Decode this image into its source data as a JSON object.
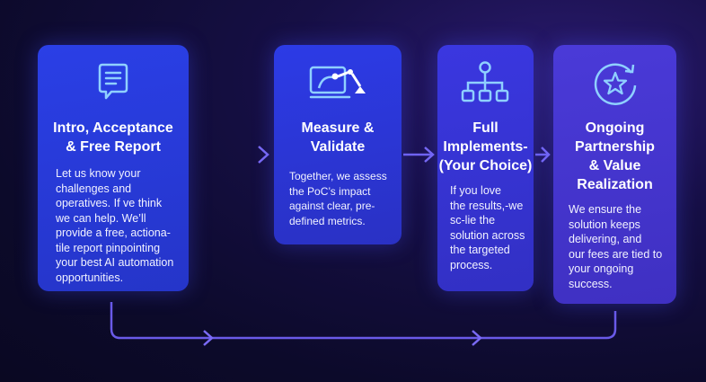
{
  "colors": {
    "background": "#0c0a2a",
    "card_blue": "#2a3fe6",
    "card_violet": "#4a3ad8",
    "connector": "#6f5cf2",
    "icon_stroke": "#8fd0ff"
  },
  "steps": [
    {
      "icon": "chat-document-icon",
      "title": "Intro, Acceptance\n& Free Report",
      "body": "Let us know your\nchallenges and\noperatives. If ve think\nwe can help. We’ll\nprovide a free, actiona-\ntile report pinpointing\nyour best AI automation\nopportunities."
    },
    {
      "icon": "robot-arm-monitor-icon",
      "title": "Measure &\nValidate",
      "body": "Together, we assess\nthe PoC’s impact\nagainst clear, pre-\ndefined metrics."
    },
    {
      "icon": "hierarchy-icon",
      "title": "Full\nImplements-\n(Your Choice)",
      "body": "If you love\nthe results,-we\nsc-lie the\nsolution across\nthe targeted\nprocess."
    },
    {
      "icon": "star-cycle-icon",
      "title": "Ongoing\nPartnership\n& Value\nRealization",
      "body": "We ensure the\nsolution keeps\ndelivering, and\nour fees are tied to\nyour ongoing\nsuccess."
    }
  ]
}
